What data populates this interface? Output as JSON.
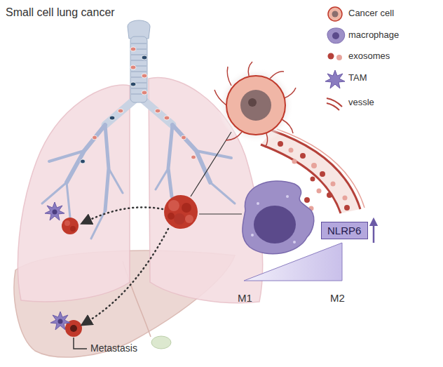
{
  "diagram": {
    "title": "Small cell lung cancer",
    "nodes": [
      {
        "text": [
          "NLRP6"
        ]
      }
    ],
    "labels": [
      "M1",
      "M2",
      "Metastasis"
    ],
    "legend": [
      {
        "text": "Cancer cell"
      },
      {
        "text": "macrophage"
      },
      {
        "text": "exosomes"
      },
      {
        "text": "TAM"
      },
      {
        "text": "vessle"
      }
    ]
  }
}
